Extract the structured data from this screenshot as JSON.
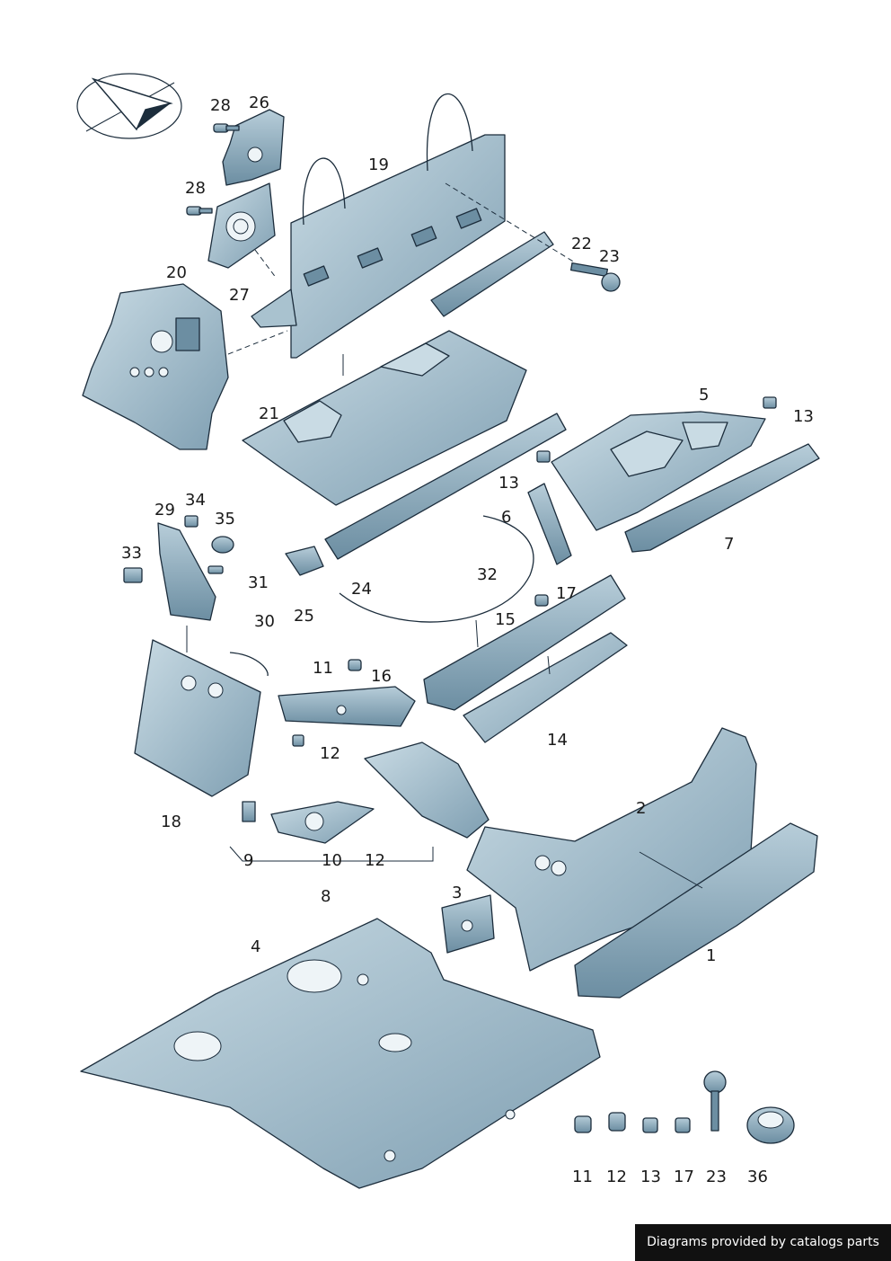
{
  "callouts": {
    "p1": "1",
    "p2": "2",
    "p3": "3",
    "p4": "4",
    "p5": "5",
    "p6": "6",
    "p7": "7",
    "p8": "8",
    "p9": "9",
    "p10": "10",
    "p11_top": "11",
    "p11_bottom": "11",
    "p12_a": "12",
    "p12_b": "12",
    "p12_bottom": "12",
    "p13_a": "13",
    "p13_b": "13",
    "p13_bottom": "13",
    "p14": "14",
    "p15": "15",
    "p16": "16",
    "p17_a": "17",
    "p17_bottom": "17",
    "p18": "18",
    "p19": "19",
    "p20": "20",
    "p21": "21",
    "p22": "22",
    "p23_a": "23",
    "p23_bottom": "23",
    "p24": "24",
    "p25": "25",
    "p26": "26",
    "p27": "27",
    "p28_a": "28",
    "p28_b": "28",
    "p29": "29",
    "p30": "30",
    "p31": "31",
    "p32": "32",
    "p33": "33",
    "p34": "34",
    "p35": "35",
    "p36": "36"
  },
  "credit": "Diagrams provided by catalogs parts",
  "colors": {
    "part_fill": "#8fb0c2",
    "part_light": "#b9d0dc",
    "outline": "#1c2d3c"
  },
  "icons": {
    "orientation": "direction-arrow-icon"
  }
}
